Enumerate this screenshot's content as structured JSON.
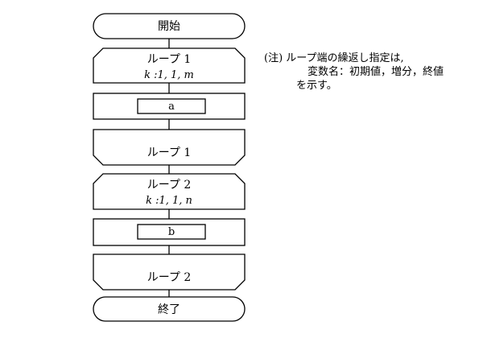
{
  "flowchart": {
    "start": "開始",
    "loop1_open_title": "ループ 1",
    "loop1_open_params": "k :1, 1, m",
    "process_a": "a",
    "loop1_close": "ループ 1",
    "loop2_open_title": "ループ 2",
    "loop2_open_params": "k :1, 1, n",
    "process_b": "b",
    "loop2_close": "ループ 2",
    "end": "終了"
  },
  "note": {
    "line1": "(注) ループ端の繰返し指定は,",
    "line2": "変数名：初期値，増分，終値",
    "line3": "を示す。"
  }
}
